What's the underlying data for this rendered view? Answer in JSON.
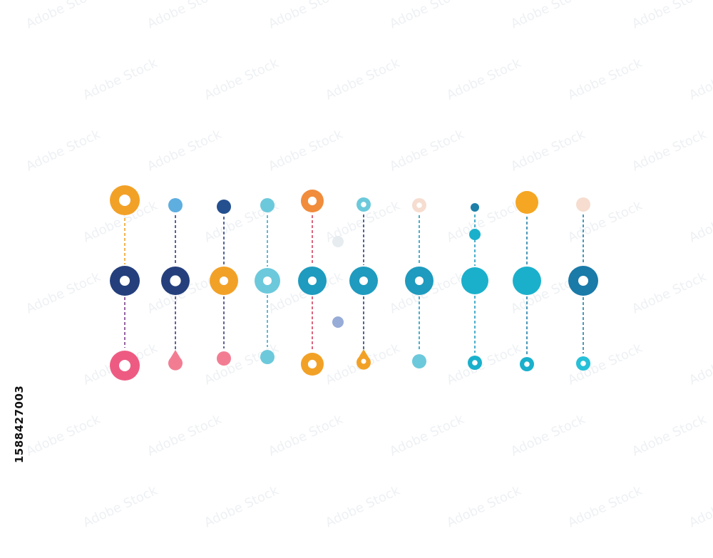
{
  "image_id_text": "1588427003",
  "watermark_text": "Adobe Stock",
  "colors": {
    "background": "#ffffff",
    "axis_left": "#2a3f7e",
    "axis_right": "#1f8fb5",
    "navy": "#243f7c",
    "blue": "#1e9bbe",
    "teal": "#1ab0cc",
    "cyan": "#26c0d8",
    "light_cyan": "#6cc9db",
    "orange": "#f2a127",
    "amber": "#f5a623",
    "pink": "#ee5b82",
    "rose": "#f27d93",
    "sky": "#5eaee0",
    "peach": "#f6ddd0",
    "lavender": "#98acd8",
    "pale_grey": "#e6ecf0"
  },
  "columns": [
    {
      "center": {
        "style": "ring",
        "color": "#243f7c",
        "size": "large",
        "icon": "ring-icon"
      },
      "top": {
        "style": "ring",
        "color": "#f2a127",
        "size": "large"
      },
      "bottom": {
        "style": "ring",
        "color": "#ee5b82",
        "size": "large"
      },
      "connector_top_color": "#f2a127",
      "connector_bottom_color": "#7a3a8a"
    },
    {
      "center": {
        "style": "ring",
        "color": "#243f7c",
        "size": "medium",
        "icon": "check-icon"
      },
      "top": {
        "style": "dot",
        "color": "#5eaee0",
        "size": "small"
      },
      "bottom": {
        "style": "drop",
        "color": "#f27d93",
        "size": "small"
      },
      "connector_top_color": "#2a3f7e",
      "connector_bottom_color": "#3a3f7e"
    },
    {
      "center": {
        "style": "ring",
        "color": "#f2a127",
        "size": "medium"
      },
      "top": {
        "style": "dot",
        "color": "#24508f",
        "size": "small"
      },
      "bottom": {
        "style": "dot",
        "color": "#f27d93",
        "size": "small"
      },
      "connector_top_color": "#2a3f7e",
      "connector_bottom_color": "#3a3f7e"
    },
    {
      "center": {
        "style": "ring",
        "color": "#6cc9db",
        "size": "medium"
      },
      "top": {
        "style": "dot",
        "color": "#6cc9db",
        "size": "small"
      },
      "bottom": {
        "style": "dot",
        "color": "#6cc9db",
        "size": "small"
      },
      "connector_top_color": "#3aa8c8",
      "connector_bottom_color": "#3aa8c8"
    },
    {
      "center": {
        "style": "ring",
        "color": "#1e9bbe",
        "size": "medium"
      },
      "top": {
        "style": "ring",
        "color": "#f08c3c",
        "size": "medium"
      },
      "bottom": {
        "style": "ring",
        "color": "#f2a127",
        "size": "medium"
      },
      "connector_top_color": "#d0405e",
      "connector_bottom_color": "#d0405e"
    },
    {
      "center": {
        "style": "ring",
        "color": "#1e9bbe",
        "size": "medium"
      },
      "top": {
        "style": "ring",
        "color": "#6cc9db",
        "size": "small"
      },
      "bottom": {
        "style": "drop",
        "color": "#f2a127",
        "size": "small"
      },
      "connector_top_color": "#2a3f7e",
      "connector_bottom_color": "#2a3f7e"
    },
    {
      "center": {
        "style": "ring",
        "color": "#1e9bbe",
        "size": "medium"
      },
      "top": {
        "style": "ring",
        "color": "#f6ddd0",
        "size": "small"
      },
      "bottom": {
        "style": "dot",
        "color": "#6cc9db",
        "size": "small"
      },
      "connector_top_color": "#1e9bbe",
      "connector_bottom_color": "#1e9bbe"
    },
    {
      "center": {
        "style": "dot",
        "color": "#1ab0cc",
        "size": "medium"
      },
      "top": {
        "style": "dot",
        "color": "#1e7fa8",
        "size": "tiny"
      },
      "bottom": {
        "style": "ring",
        "color": "#1ab0cc",
        "size": "small"
      },
      "connector_top_color": "#1e9bbe",
      "connector_bottom_color": "#1e9bbe"
    },
    {
      "center": {
        "style": "dot",
        "color": "#1ab0cc",
        "size": "large"
      },
      "top": {
        "style": "dot",
        "color": "#f5a623",
        "size": "medium"
      },
      "bottom": {
        "style": "ring",
        "color": "#1ab0cc",
        "size": "small"
      },
      "connector_top_color": "#1e7fa8",
      "connector_bottom_color": "#1e7fa8"
    },
    {
      "center": {
        "style": "ring",
        "color": "#1a7aa8",
        "size": "large"
      },
      "top": {
        "style": "dot",
        "color": "#f6ddd0",
        "size": "small"
      },
      "bottom": {
        "style": "ring",
        "color": "#26c0d8",
        "size": "small"
      },
      "connector_top_color": "#1e7fa8",
      "connector_bottom_color": "#1e7fa8"
    }
  ],
  "extra_dots": [
    {
      "name": "midpoint-dot-teal",
      "color": "#1ab0cc"
    },
    {
      "name": "floating-dot-grey",
      "color": "#e6ecf0"
    },
    {
      "name": "floating-dot-lavender",
      "color": "#98acd8"
    }
  ]
}
